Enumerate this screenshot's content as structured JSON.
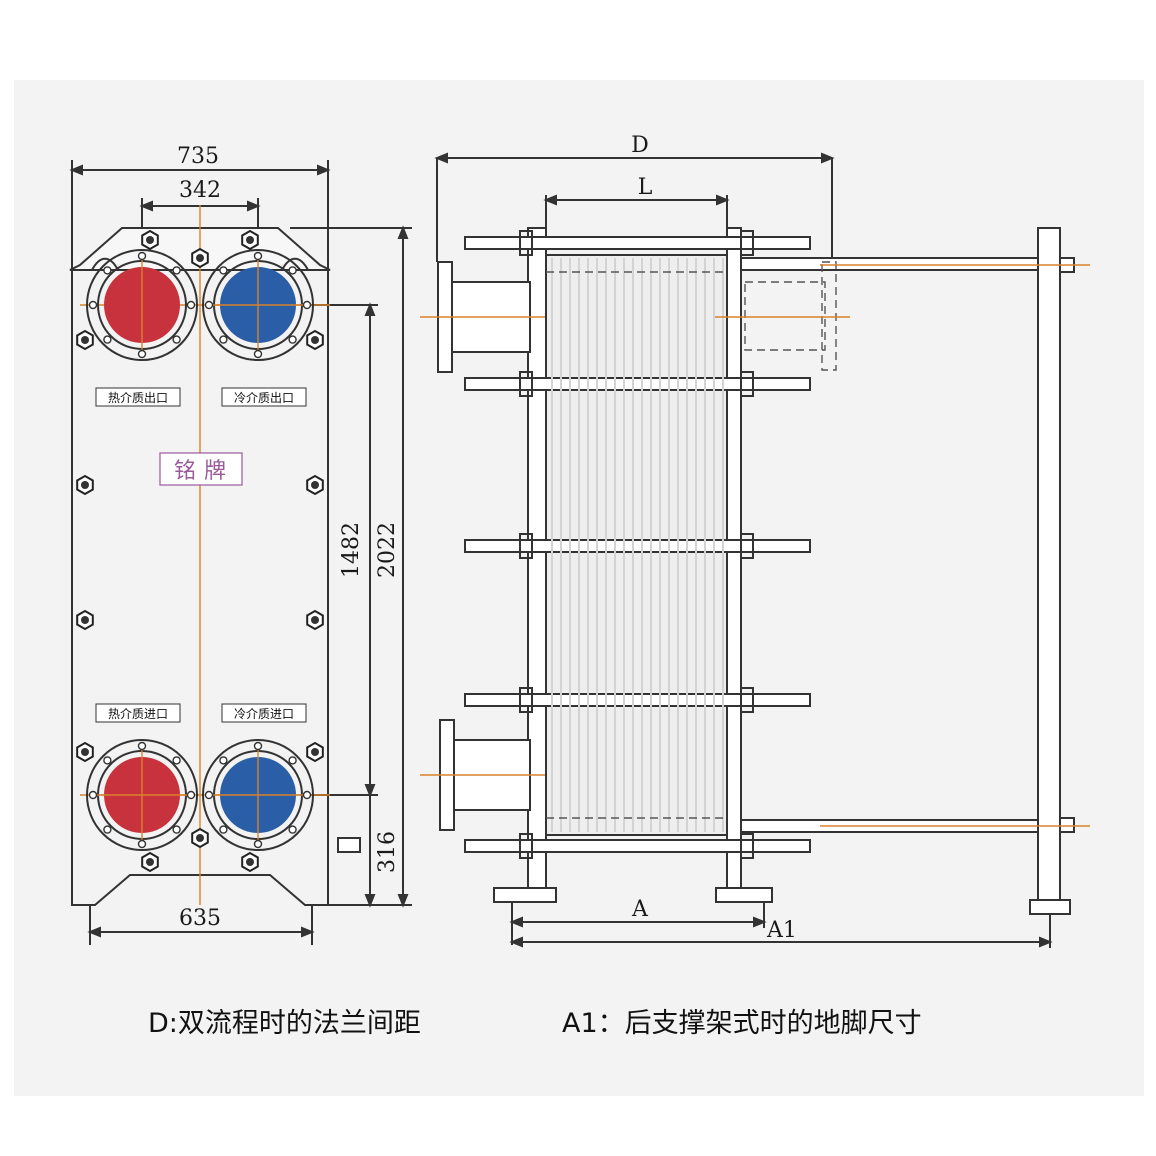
{
  "front_view": {
    "dim_width_top": "735",
    "dim_port_spacing": "342",
    "dim_base_width": "635",
    "dim_port_vertical": "1482",
    "dim_total_height": "2022",
    "dim_bottom_port_height": "316",
    "label_hot_outlet": "热介质出口",
    "label_cold_outlet": "冷介质出口",
    "label_hot_inlet": "热介质进口",
    "label_cold_inlet": "冷介质进口",
    "nameplate": "铭牌",
    "colors": {
      "hot": "#c8323c",
      "cold": "#2a5ea6",
      "frame": "#333333",
      "centerline": "#d9822b"
    }
  },
  "side_view": {
    "dim_D": "D",
    "dim_L": "L",
    "dim_A": "A",
    "dim_A1": "A1"
  },
  "captions": {
    "left": "D:双流程时的法兰间距",
    "right": "A1：后支撑架式时的地脚尺寸"
  }
}
